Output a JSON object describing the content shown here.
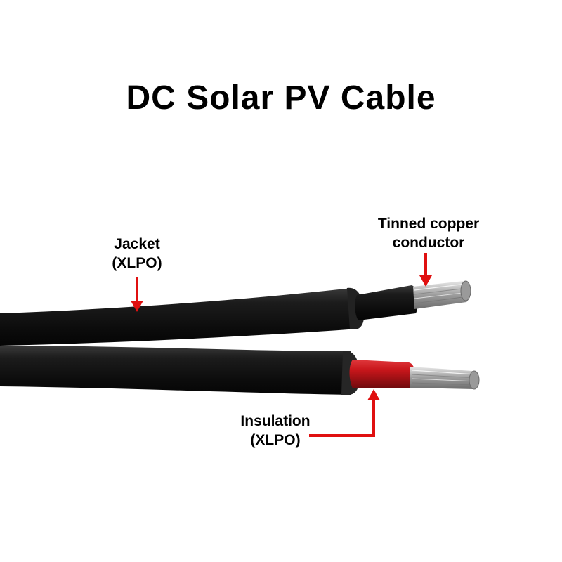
{
  "title": "DC Solar PV Cable",
  "labels": {
    "jacket": {
      "line1": "Jacket",
      "line2": "(XLPO)"
    },
    "conductor": {
      "line1": "Tinned copper",
      "line2": "conductor"
    },
    "insulation": {
      "line1": "Insulation",
      "line2": "(XLPO)"
    }
  },
  "colors": {
    "arrow": "#e01010",
    "jacket": "#141414",
    "insulation": "#c8161b",
    "copper": "#b8b8b8"
  }
}
